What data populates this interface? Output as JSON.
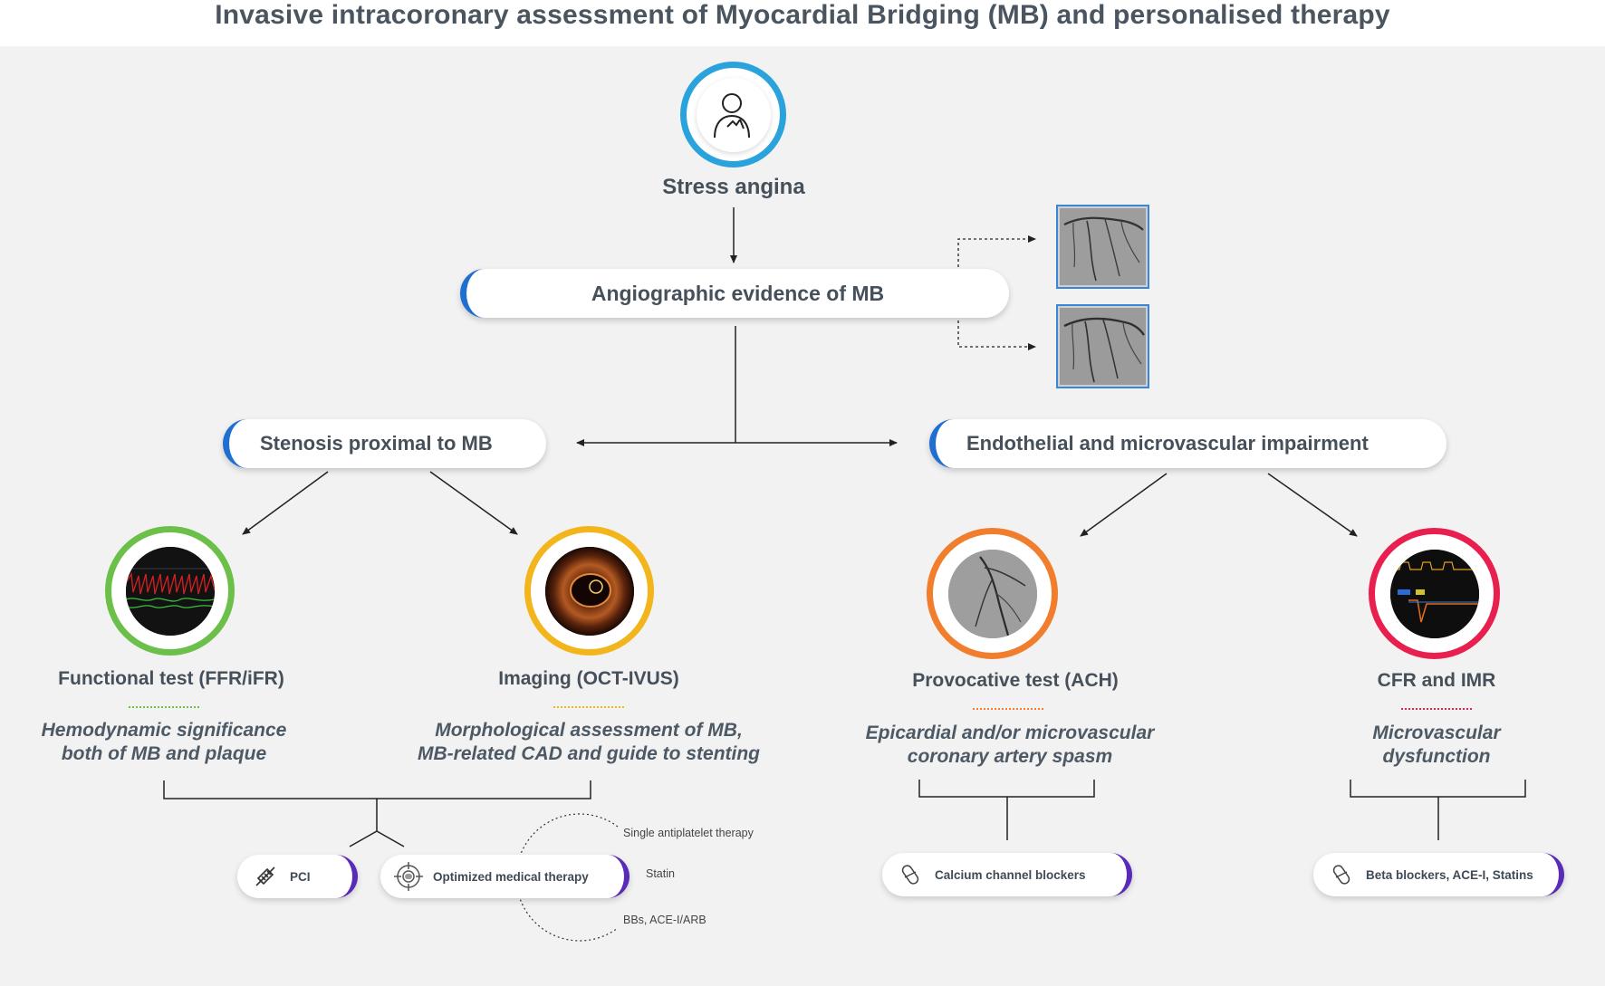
{
  "title": "Invasive intracoronary assessment of Myocardial Bridging (MB) and personalised therapy",
  "root": {
    "label": "Stress angina",
    "icon": "patient-chest-pain-icon"
  },
  "angiographic": {
    "label": "Angiographic evidence of MB",
    "images": [
      "angiogram-image",
      "angiogram-image"
    ]
  },
  "branches": {
    "left": {
      "label": "Stenosis proximal to MB"
    },
    "right": {
      "label": "Endothelial and microvascular impairment"
    }
  },
  "tests": [
    {
      "heading": "Functional test (FFR/iFR)",
      "desc_line1": "Hemodynamic significance",
      "desc_line2": "both of MB and plaque",
      "ring_color": "#6cc04a"
    },
    {
      "heading": "Imaging (OCT-IVUS)",
      "desc_line1": "Morphological assessment of MB,",
      "desc_line2": "MB-related CAD and guide to stenting",
      "ring_color": "#f2b61c"
    },
    {
      "heading": "Provocative test (ACH)",
      "desc_line1": "Epicardial and/or microvascular",
      "desc_line2": "coronary artery spasm",
      "ring_color": "#f07e2c"
    },
    {
      "heading": "CFR and IMR",
      "desc_line1": "Microvascular",
      "desc_line2": "dysfunction",
      "ring_color": "#e8204f"
    }
  ],
  "therapies": {
    "pci": {
      "label": "PCI",
      "icon": "stent-icon"
    },
    "omt": {
      "label": "Optimized medical therapy",
      "icon": "target-icon"
    },
    "ccb": {
      "label": "Calcium channel blockers",
      "icon": "pill-icon"
    },
    "bb": {
      "label": "Beta blockers, ACE-I, Statins",
      "icon": "pill-icon"
    }
  },
  "omt_options": [
    "Single antiplatelet therapy",
    "Statin",
    "BBs, ACE-I/ARB"
  ],
  "colors": {
    "accent_blue": "#1f6fd0",
    "accent_purple": "#5a2ab8",
    "text": "#45505b",
    "background": "#f2f2f2"
  }
}
